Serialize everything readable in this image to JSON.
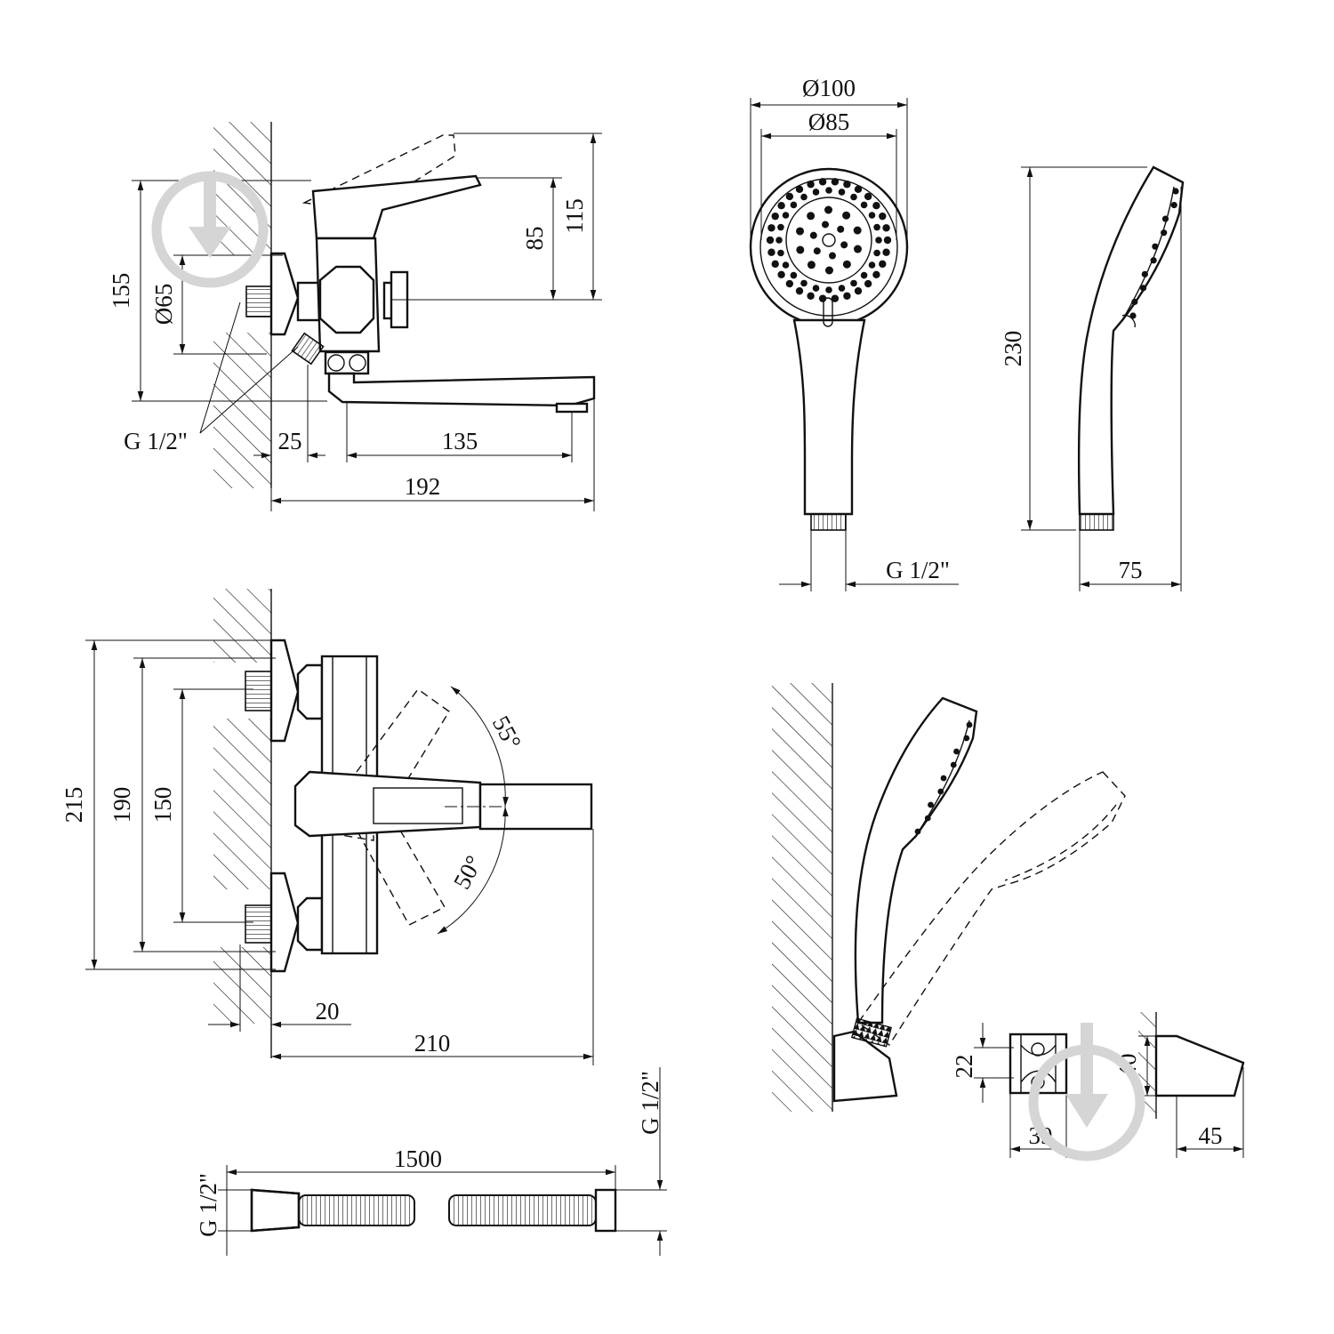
{
  "faucet_top": {
    "d155": "155",
    "d65": "Ø65",
    "d85": "85",
    "d115": "115",
    "d25": "25",
    "d135": "135",
    "d192": "192",
    "thread": "G 1/2\""
  },
  "faucet_front": {
    "d215": "215",
    "d190": "190",
    "d150": "150",
    "a55": "55°",
    "a50": "50°",
    "d20": "20",
    "d210": "210"
  },
  "hand_shower": {
    "d100": "Ø100",
    "d85": "Ø85",
    "thread": "G 1/2\"",
    "d230": "230",
    "d75": "75"
  },
  "holder": {
    "d22": "22",
    "d39": "39",
    "d40": "40",
    "d45": "45"
  },
  "hose": {
    "length": "1500",
    "thread_left": "G 1/2\"",
    "thread_right": "G 1/2\""
  },
  "colors": {
    "line": "#111111",
    "watermark": "#d5d5d5",
    "background": "#ffffff"
  }
}
